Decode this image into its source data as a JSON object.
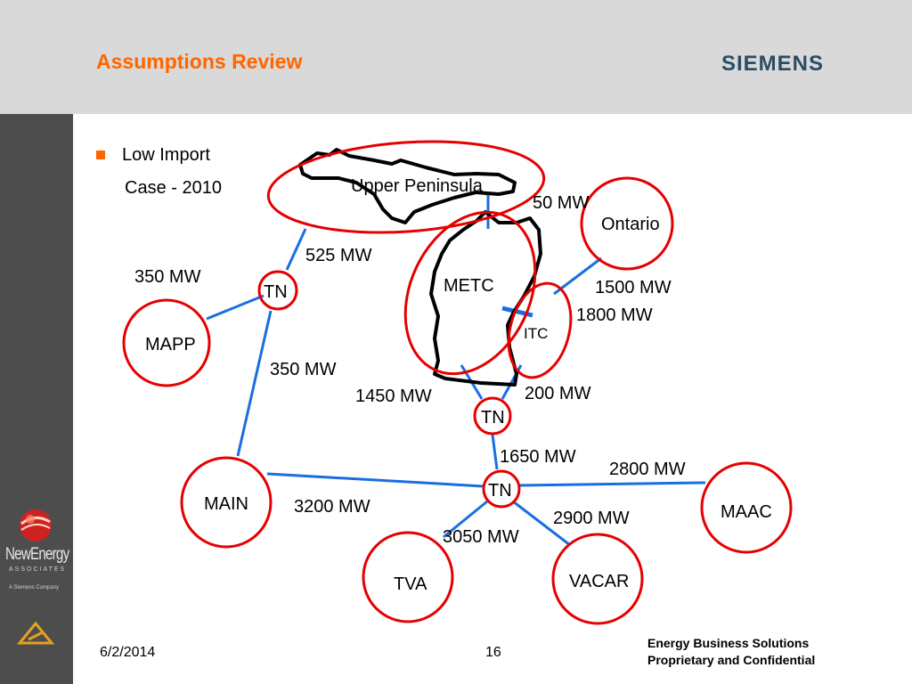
{
  "header": {
    "title": "Assumptions Review",
    "brand": "SIEMENS"
  },
  "sidebar": {
    "logo_name": "NewEnergy",
    "logo_sub": "ASSOCIATES",
    "logo_tagline": "A Siemens Company"
  },
  "bullet": {
    "text": "Low Import",
    "subtext": "Case - 2010"
  },
  "diagram": {
    "regions": {
      "upper_peninsula": "Upper Peninsula",
      "metc": "METC",
      "itc": "ITC",
      "ontario": "Ontario",
      "mapp": "MAPP",
      "main": "MAIN",
      "maac": "MAAC",
      "tva": "TVA",
      "vacar": "VACAR"
    },
    "nodes": {
      "tn_left": "TN",
      "tn_center": "TN",
      "tn_bottom": "TN"
    },
    "flows": {
      "up_ontario": "50 MW",
      "up_tn": "525 MW",
      "mapp_tn": "350 MW",
      "itc_ontario_1": "1500 MW",
      "itc_ontario_2": "1800 MW",
      "tn_main": "350 MW",
      "metc_tn": "1450 MW",
      "itc_tn": "200 MW",
      "tn_tn": "1650 MW",
      "tn_maac": "2800 MW",
      "main_tn": "3200 MW",
      "tn_vacar": "2900 MW",
      "tn_tva": "3050 MW"
    },
    "colors": {
      "circle": "#e60000",
      "line": "#1a6fe0",
      "outline": "#000000"
    }
  },
  "footer": {
    "date": "6/2/2014",
    "page": "16",
    "company_line1": "Energy Business Solutions",
    "company_line2": "Proprietary and Confidential"
  }
}
